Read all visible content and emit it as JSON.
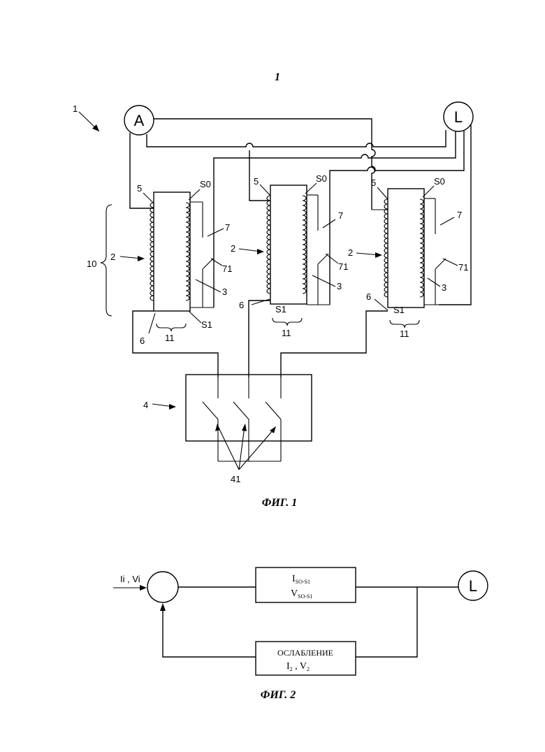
{
  "page_number": "1",
  "fig1": {
    "caption": "ФИГ. 1",
    "assembly_label": "1",
    "source_label": "A",
    "load_label": "L",
    "group_label": "10",
    "switch_block_label": "4",
    "switches_label": "41",
    "units": [
      {
        "n5": "5",
        "s0": "S0",
        "n7": "7",
        "n2": "2",
        "n71": "71",
        "n3": "3",
        "n6": "6",
        "s1": "S1",
        "n11": "11"
      },
      {
        "n5": "5",
        "s0": "S0",
        "n7": "7",
        "n2": "2",
        "n71": "71",
        "n3": "3",
        "n6": "6",
        "s1": "S1",
        "n11": "11"
      },
      {
        "n5": "5",
        "s0": "S0",
        "n7": "7",
        "n2": "2",
        "n71": "71",
        "n3": "3",
        "n6": "6",
        "s1": "S1",
        "n11": "11"
      }
    ]
  },
  "fig2": {
    "caption": "ФИГ. 2",
    "input_label": "Ii , Vi",
    "load_label": "L",
    "top_block": {
      "line1_main": "I",
      "line1_sub": "SO-S1",
      "line2_main": "V",
      "line2_sub": "SO-S1"
    },
    "bottom_block": {
      "title": "ОСЛАБЛЕНИЕ",
      "line_i": "I",
      "line_i_sub": "2",
      "sep": " , ",
      "line_v": "V",
      "line_v_sub": "2"
    }
  }
}
